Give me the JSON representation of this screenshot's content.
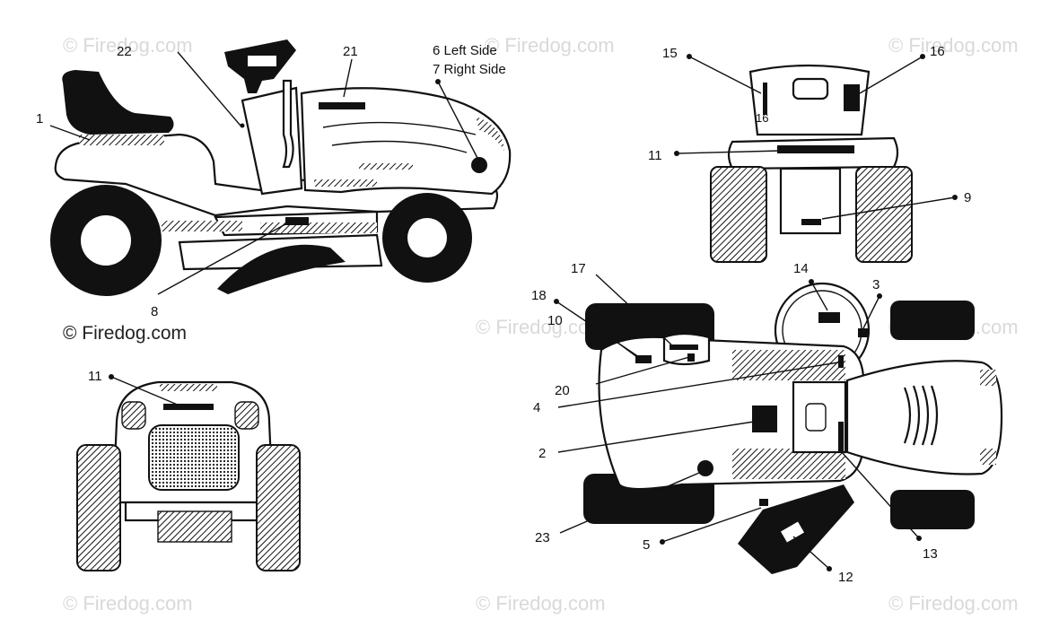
{
  "watermark": {
    "text": "© Firedog.com",
    "main_text": "© Firedog.com"
  },
  "callouts": {
    "c1": "1",
    "c2": "2",
    "c3": "3",
    "c4": "4",
    "c5": "5",
    "c6": "6 Left Side",
    "c7": "7 Right Side",
    "c8": "8",
    "c9": "9",
    "c10": "10",
    "c11_rear": "11",
    "c11_front": "11",
    "c12": "12",
    "c13": "13",
    "c14": "14",
    "c15": "15",
    "c16": "16",
    "c16_inner": "16",
    "c17": "17",
    "c18": "18",
    "c20": "20",
    "c21": "21",
    "c22": "22",
    "c23": "23"
  },
  "colors": {
    "line": "#111111",
    "watermark": "#d9d9d9",
    "tire": "#111111"
  }
}
